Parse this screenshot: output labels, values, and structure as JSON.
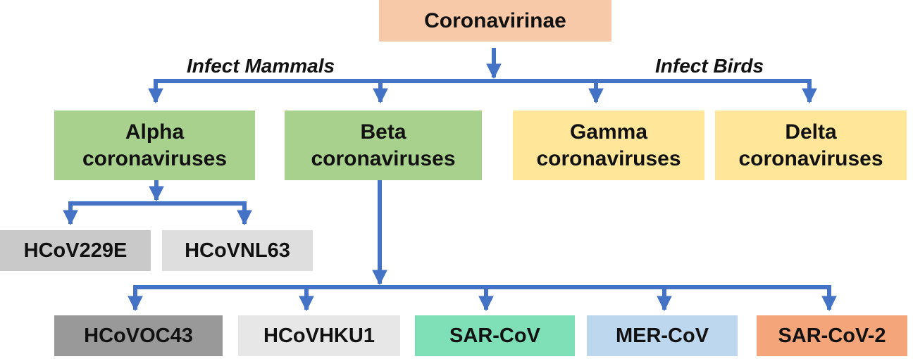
{
  "root": {
    "label": "Coronavirinae",
    "color": "#f7c9a8"
  },
  "labels": {
    "mammals": "Infect Mammals",
    "birds": "Infect Birds"
  },
  "genera": [
    {
      "line1": "Alpha",
      "line2": "coronaviruses",
      "color": "#a9d18e"
    },
    {
      "line1": "Beta",
      "line2": "coronaviruses",
      "color": "#a9d18e"
    },
    {
      "line1": "Gamma",
      "line2": "coronaviruses",
      "color": "#ffe699"
    },
    {
      "line1": "Delta",
      "line2": "coronaviruses",
      "color": "#ffe699"
    }
  ],
  "alpha_species": [
    {
      "label": "HCoV229E",
      "color": "#c9c9c9"
    },
    {
      "label": "HCoVNL63",
      "color": "#dedede"
    }
  ],
  "beta_species": [
    {
      "label": "HCoVOC43",
      "color": "#999999"
    },
    {
      "label": "HCoVHKU1",
      "color": "#e7e7e7"
    },
    {
      "label": "SAR-CoV",
      "color": "#7fe0b8"
    },
    {
      "label": "MER-CoV",
      "color": "#bdd7ee"
    },
    {
      "label": "SAR-CoV-2",
      "color": "#f4a57a"
    }
  ],
  "arrow_color": "#4472c4"
}
